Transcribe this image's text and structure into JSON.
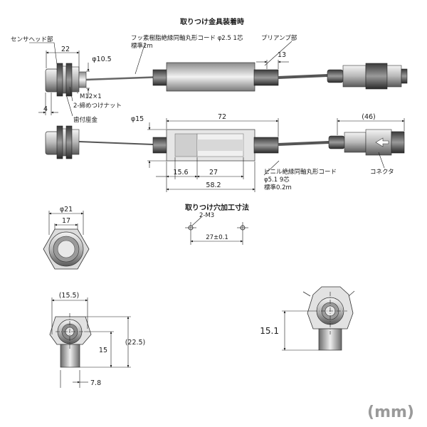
{
  "titles": {
    "mount": "取りつけ金具装着時",
    "hole": "取りつけ穴加工寸法"
  },
  "labels": {
    "sensor_head": "センサヘッド部",
    "fluoro_cable": "フッ素樹脂絶縁同軸丸形コード φ2.5 1芯",
    "fluoro_std": "標準2m",
    "preamp": "プリアンプ部",
    "m12": "M12×1",
    "nut": "2-締めつけナット",
    "bracket": "歯付座金",
    "vinyl_cable": "ビニル絶縁同軸丸形コード",
    "vinyl_spec": "φ5.1 9芯",
    "vinyl_std": "標準0.2m",
    "connector": "コネクタ",
    "m3": "2-M3"
  },
  "dims": {
    "d22": "22",
    "d105": "φ10.5",
    "d13": "13",
    "d4": "4",
    "d15top": "φ15",
    "d72": "72",
    "d46": "(46)",
    "d156": "15.6",
    "d27": "27",
    "d582": "58.2",
    "d21": "φ21",
    "d17": "17",
    "d27tol": "27±0.1",
    "d155": "(15.5)",
    "d225": "(22.5)",
    "d15": "15",
    "d78": "7.8",
    "d151": "15.1"
  },
  "unit": "(mm)"
}
